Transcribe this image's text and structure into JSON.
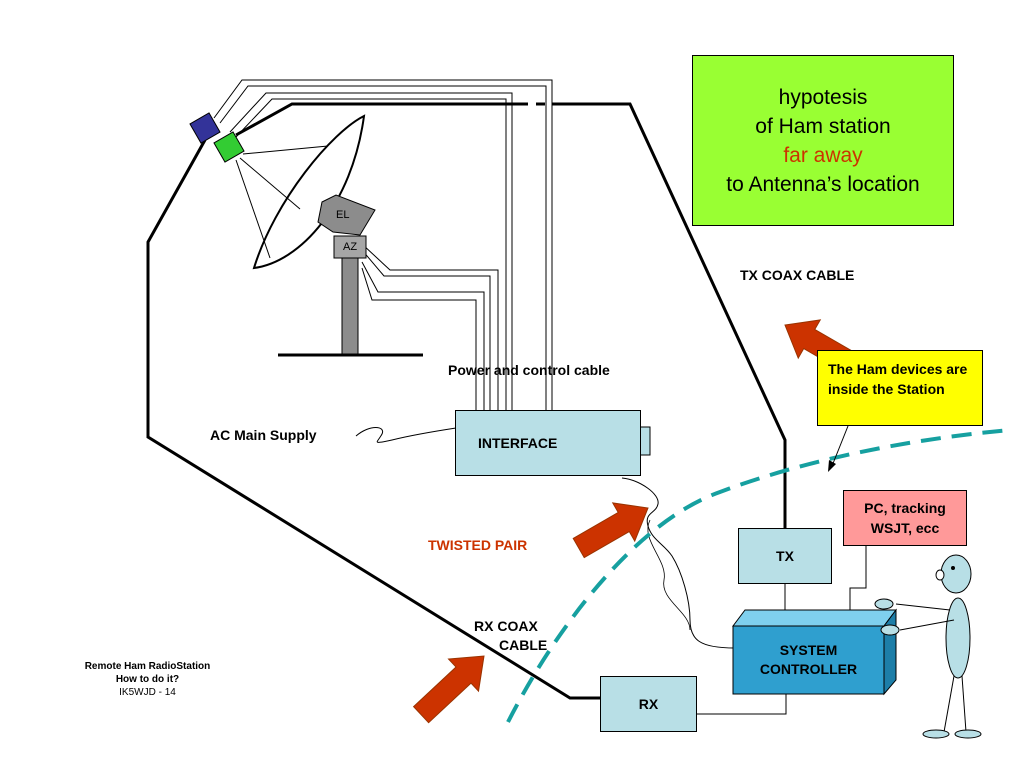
{
  "note_green": {
    "line1": "hypotesis",
    "line2": "of Ham station",
    "line3": "far away",
    "line4": "to Antenna’s location",
    "accent_color": "#cc3300"
  },
  "note_yellow": {
    "text": "The Ham  devices are inside the Station"
  },
  "note_pink": {
    "line1": "PC, tracking",
    "line2": "WSJT, ecc"
  },
  "labels": {
    "tx_coax": "TX  COAX CABLE",
    "power_control": "Power and control cable",
    "ac_main": "AC Main Supply",
    "twisted_pair": "TWISTED PAIR",
    "rx_coax_1": "RX  COAX",
    "rx_coax_2": "CABLE",
    "el": "EL",
    "az": "AZ"
  },
  "devices": {
    "interface": "INTERFACE",
    "tx": "TX",
    "rx": "RX",
    "system_controller_1": "SYSTEM",
    "system_controller_2": "CONTROLLER"
  },
  "footer": {
    "line1": "Remote Ham RadioStation",
    "line2": "How to do it?",
    "line3": "IK5WJD - 14"
  },
  "colors": {
    "arrow": "#cc3300",
    "arrow_outline": "#993300",
    "dashed_boundary": "#16a0a0",
    "device_fill": "#b8dfe6",
    "controller_fill": "#2f9fcf",
    "mast": "#8c8c8c"
  }
}
